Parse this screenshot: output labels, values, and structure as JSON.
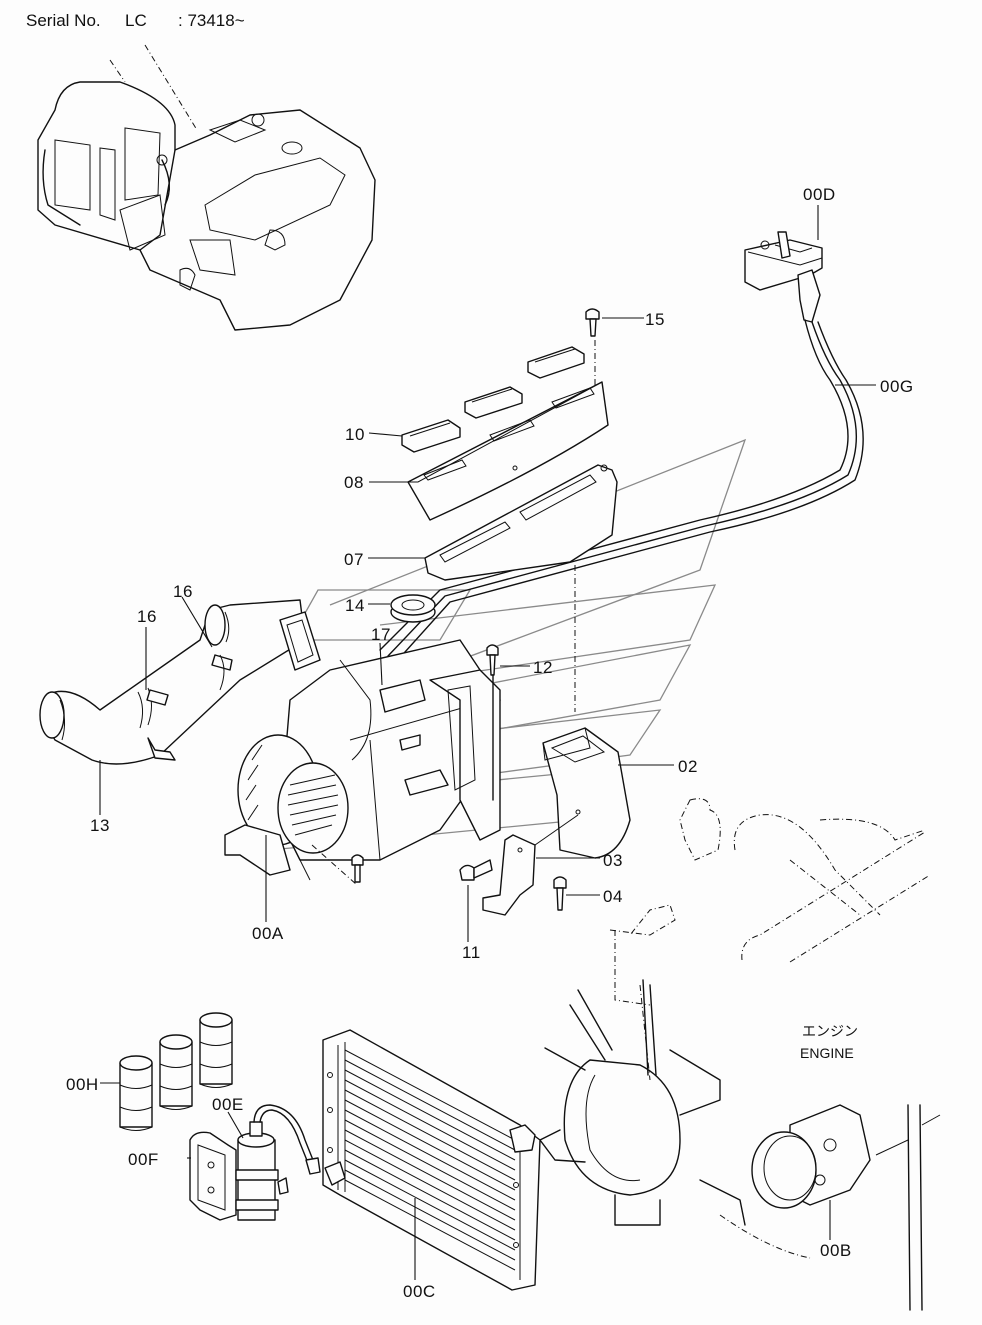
{
  "header": {
    "serial_prefix": "Serial No.",
    "serial_model": "LC",
    "serial_range": ": 73418~"
  },
  "callouts": {
    "c00A": {
      "label": "00A",
      "part": "air-conditioner-unit"
    },
    "c00B": {
      "label": "00B",
      "part": "compressor"
    },
    "c00C": {
      "label": "00C",
      "part": "condenser"
    },
    "c00D": {
      "label": "00D",
      "part": "control-panel"
    },
    "c00E": {
      "label": "00E",
      "part": "receiver-dryer"
    },
    "c00F": {
      "label": "00F",
      "part": "receiver-bracket"
    },
    "c00G": {
      "label": "00G",
      "part": "control-cable"
    },
    "c00H": {
      "label": "00H",
      "part": "refrigerant-cans"
    },
    "c02": {
      "label": "02",
      "part": "duct"
    },
    "c03": {
      "label": "03",
      "part": "bracket"
    },
    "c04": {
      "label": "04",
      "part": "bolt"
    },
    "c07": {
      "label": "07",
      "part": "duct-base"
    },
    "c08": {
      "label": "08",
      "part": "duct-cover"
    },
    "c10": {
      "label": "10",
      "part": "louver"
    },
    "c11": {
      "label": "11",
      "part": "bolt"
    },
    "c12": {
      "label": "12",
      "part": "bolt"
    },
    "c13": {
      "label": "13",
      "part": "hose"
    },
    "c14": {
      "label": "14",
      "part": "grommet"
    },
    "c15": {
      "label": "15",
      "part": "screw"
    },
    "c16a": {
      "label": "16",
      "part": "clamp"
    },
    "c16b": {
      "label": "16",
      "part": "clamp"
    },
    "c17": {
      "label": "17",
      "part": "harness-clip"
    }
  },
  "engine_label": {
    "japanese": "エンジン",
    "english": "ENGINE"
  }
}
